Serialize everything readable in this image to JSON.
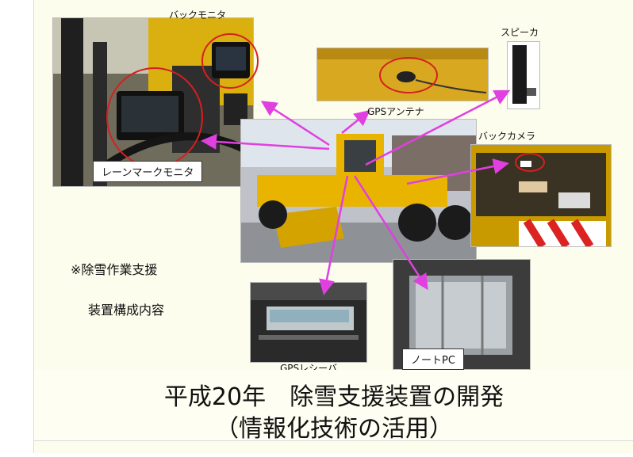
{
  "labels": {
    "back_monitor": "バックモニタ",
    "speaker": "スピーカ",
    "gps_antenna": "GPSアンテナ",
    "back_camera": "バックカメラ",
    "lane_mark_monitor": "レーンマークモニタ",
    "gps_receiver": "GPSレシーバ",
    "notebook_pc": "ノートPC"
  },
  "notes": {
    "line1": "※除雪作業支援",
    "line2": "装置構成内容"
  },
  "title": {
    "line1": "平成20年　除雪支援装置の開発",
    "line2": "（情報化技術の活用）"
  },
  "colors": {
    "slide_background": "#fdfdee",
    "arrow": "#e040e0",
    "highlight_circle": "#d42020",
    "grader_yellow": "#e8b400"
  }
}
